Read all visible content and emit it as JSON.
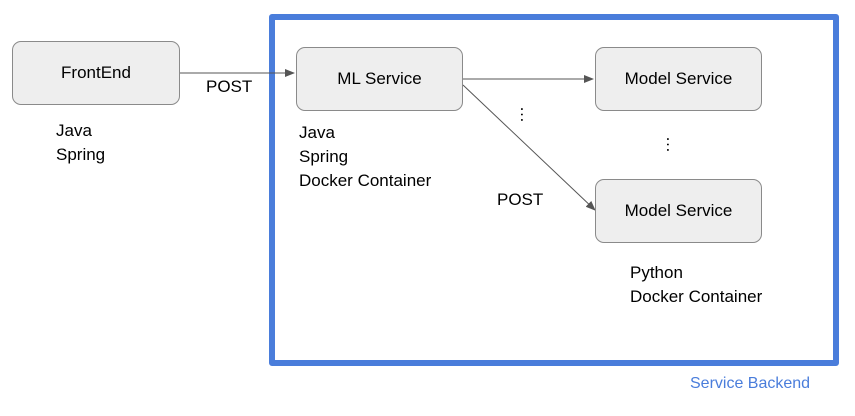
{
  "nodes": {
    "frontend": {
      "label": "FrontEnd"
    },
    "ml_service": {
      "label": "ML Service"
    },
    "model_service_top": {
      "label": "Model Service"
    },
    "model_service_bottom": {
      "label": "Model Service"
    }
  },
  "notes": {
    "frontend_tech": [
      "Java",
      "Spring"
    ],
    "ml_service_tech": [
      "Java",
      "Spring",
      "Docker Container"
    ],
    "model_service_tech": [
      "Python",
      "Docker Container"
    ]
  },
  "edges": {
    "frontend_to_ml": {
      "label": "POST"
    },
    "ml_to_model_bottom": {
      "label": "POST"
    },
    "ellipsis_edges": "…",
    "ellipsis_nodes": "…"
  },
  "group": {
    "label": "Service Backend",
    "color": "#4a7ddb"
  },
  "colors": {
    "node_fill": "#eeeeee",
    "node_border": "#8a8a8a",
    "edge": "#555555"
  }
}
